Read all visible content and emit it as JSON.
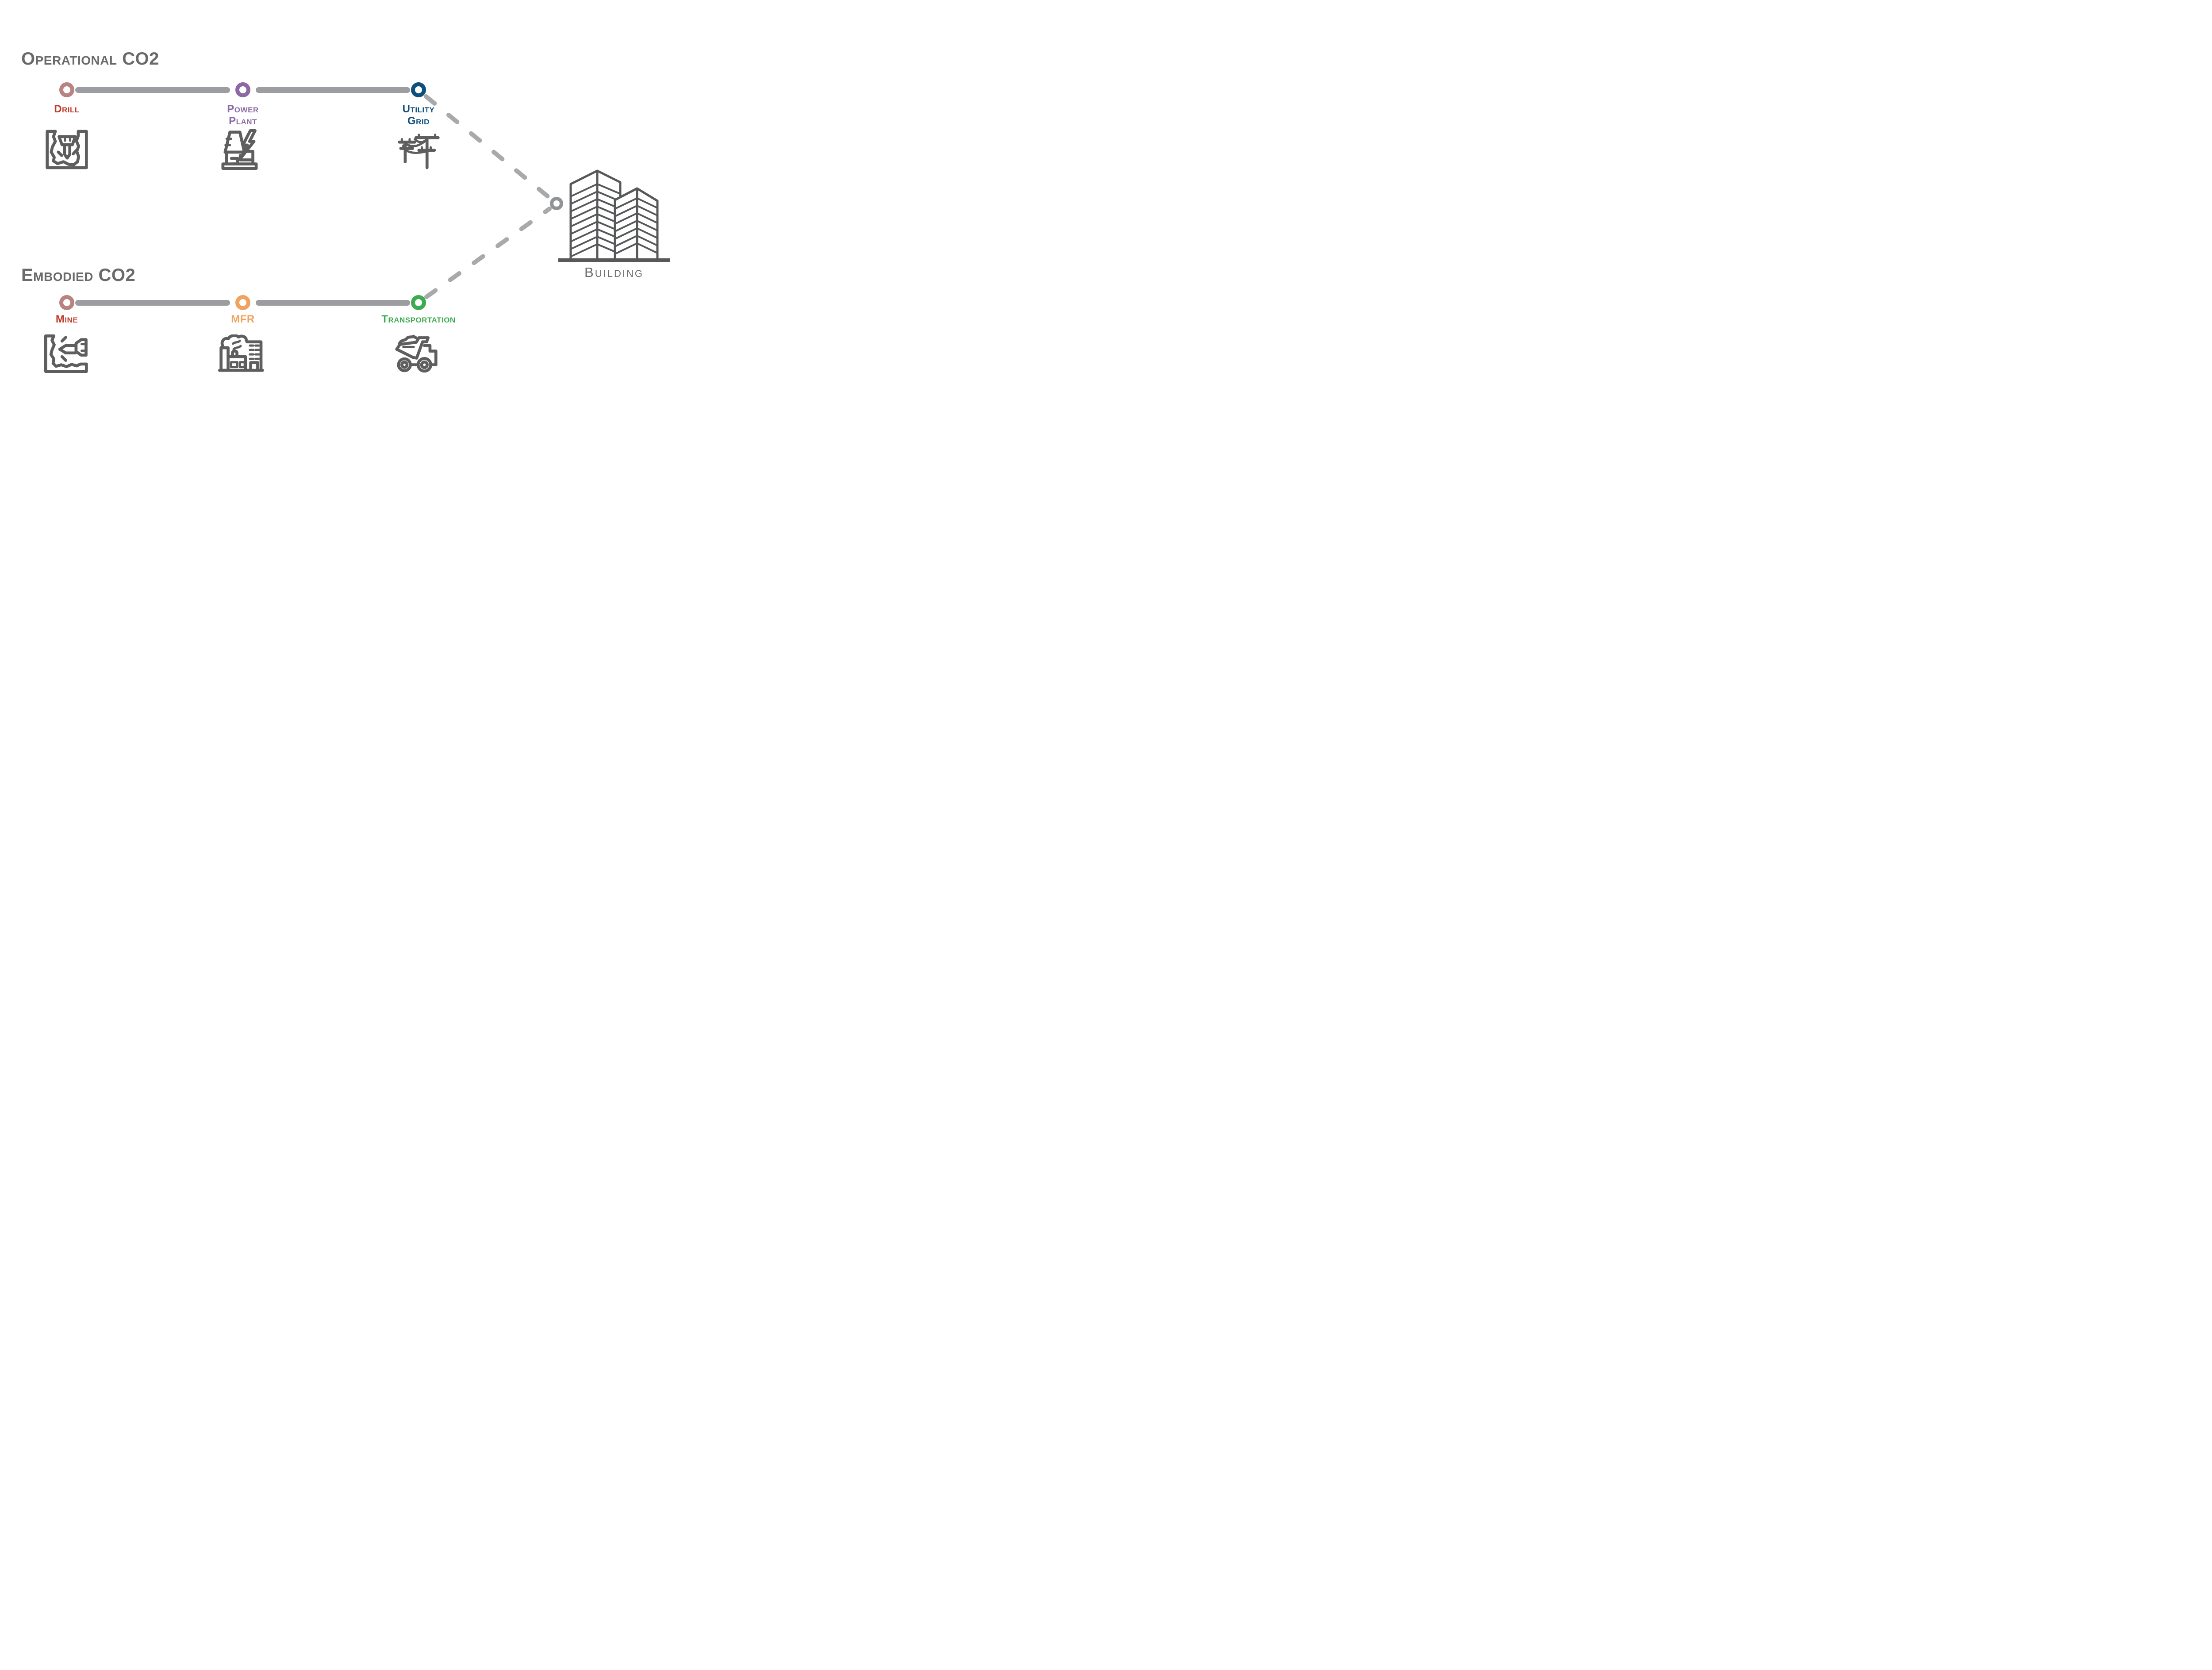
{
  "colors": {
    "title": "#6a6a6b",
    "line": "#9b9da0",
    "dash": "#a7a9ab",
    "icon": "#5e5e5e",
    "building_icon": "#57585a",
    "rose": "#b98381",
    "red": "#c03a2b",
    "purple": "#8c69a4",
    "blue": "#0f4f7c",
    "orange": "#f0a25e",
    "green": "#3dac50",
    "gray_node": "#919396"
  },
  "sections": [
    {
      "title": "Operational CO2",
      "nodes": [
        {
          "id": "drill",
          "lines": [
            "Drill"
          ],
          "icon": "drill-icon",
          "ring_color": "#b98381",
          "text_color": "#c03a2b"
        },
        {
          "id": "power-plant",
          "lines": [
            "Power",
            "Plant"
          ],
          "icon": "power-plant-icon",
          "ring_color": "#8c69a4",
          "text_color": "#8c69a4"
        },
        {
          "id": "utility-grid",
          "lines": [
            "Utility",
            "Grid"
          ],
          "icon": "utility-grid-icon",
          "ring_color": "#0f4f7c",
          "text_color": "#0f4f7c"
        }
      ]
    },
    {
      "title": "Embodied CO2",
      "nodes": [
        {
          "id": "mine",
          "lines": [
            "Mine"
          ],
          "icon": "mine-icon",
          "ring_color": "#b98381",
          "text_color": "#c03a2b"
        },
        {
          "id": "mfr",
          "lines": [
            "MFR"
          ],
          "icon": "factory-icon",
          "ring_color": "#f0a25e",
          "text_color": "#f0a25e"
        },
        {
          "id": "transportation",
          "lines": [
            "Transportation"
          ],
          "icon": "dump-truck-icon",
          "ring_color": "#3dac50",
          "text_color": "#3dac50"
        }
      ]
    }
  ],
  "building": {
    "label": "Building"
  }
}
